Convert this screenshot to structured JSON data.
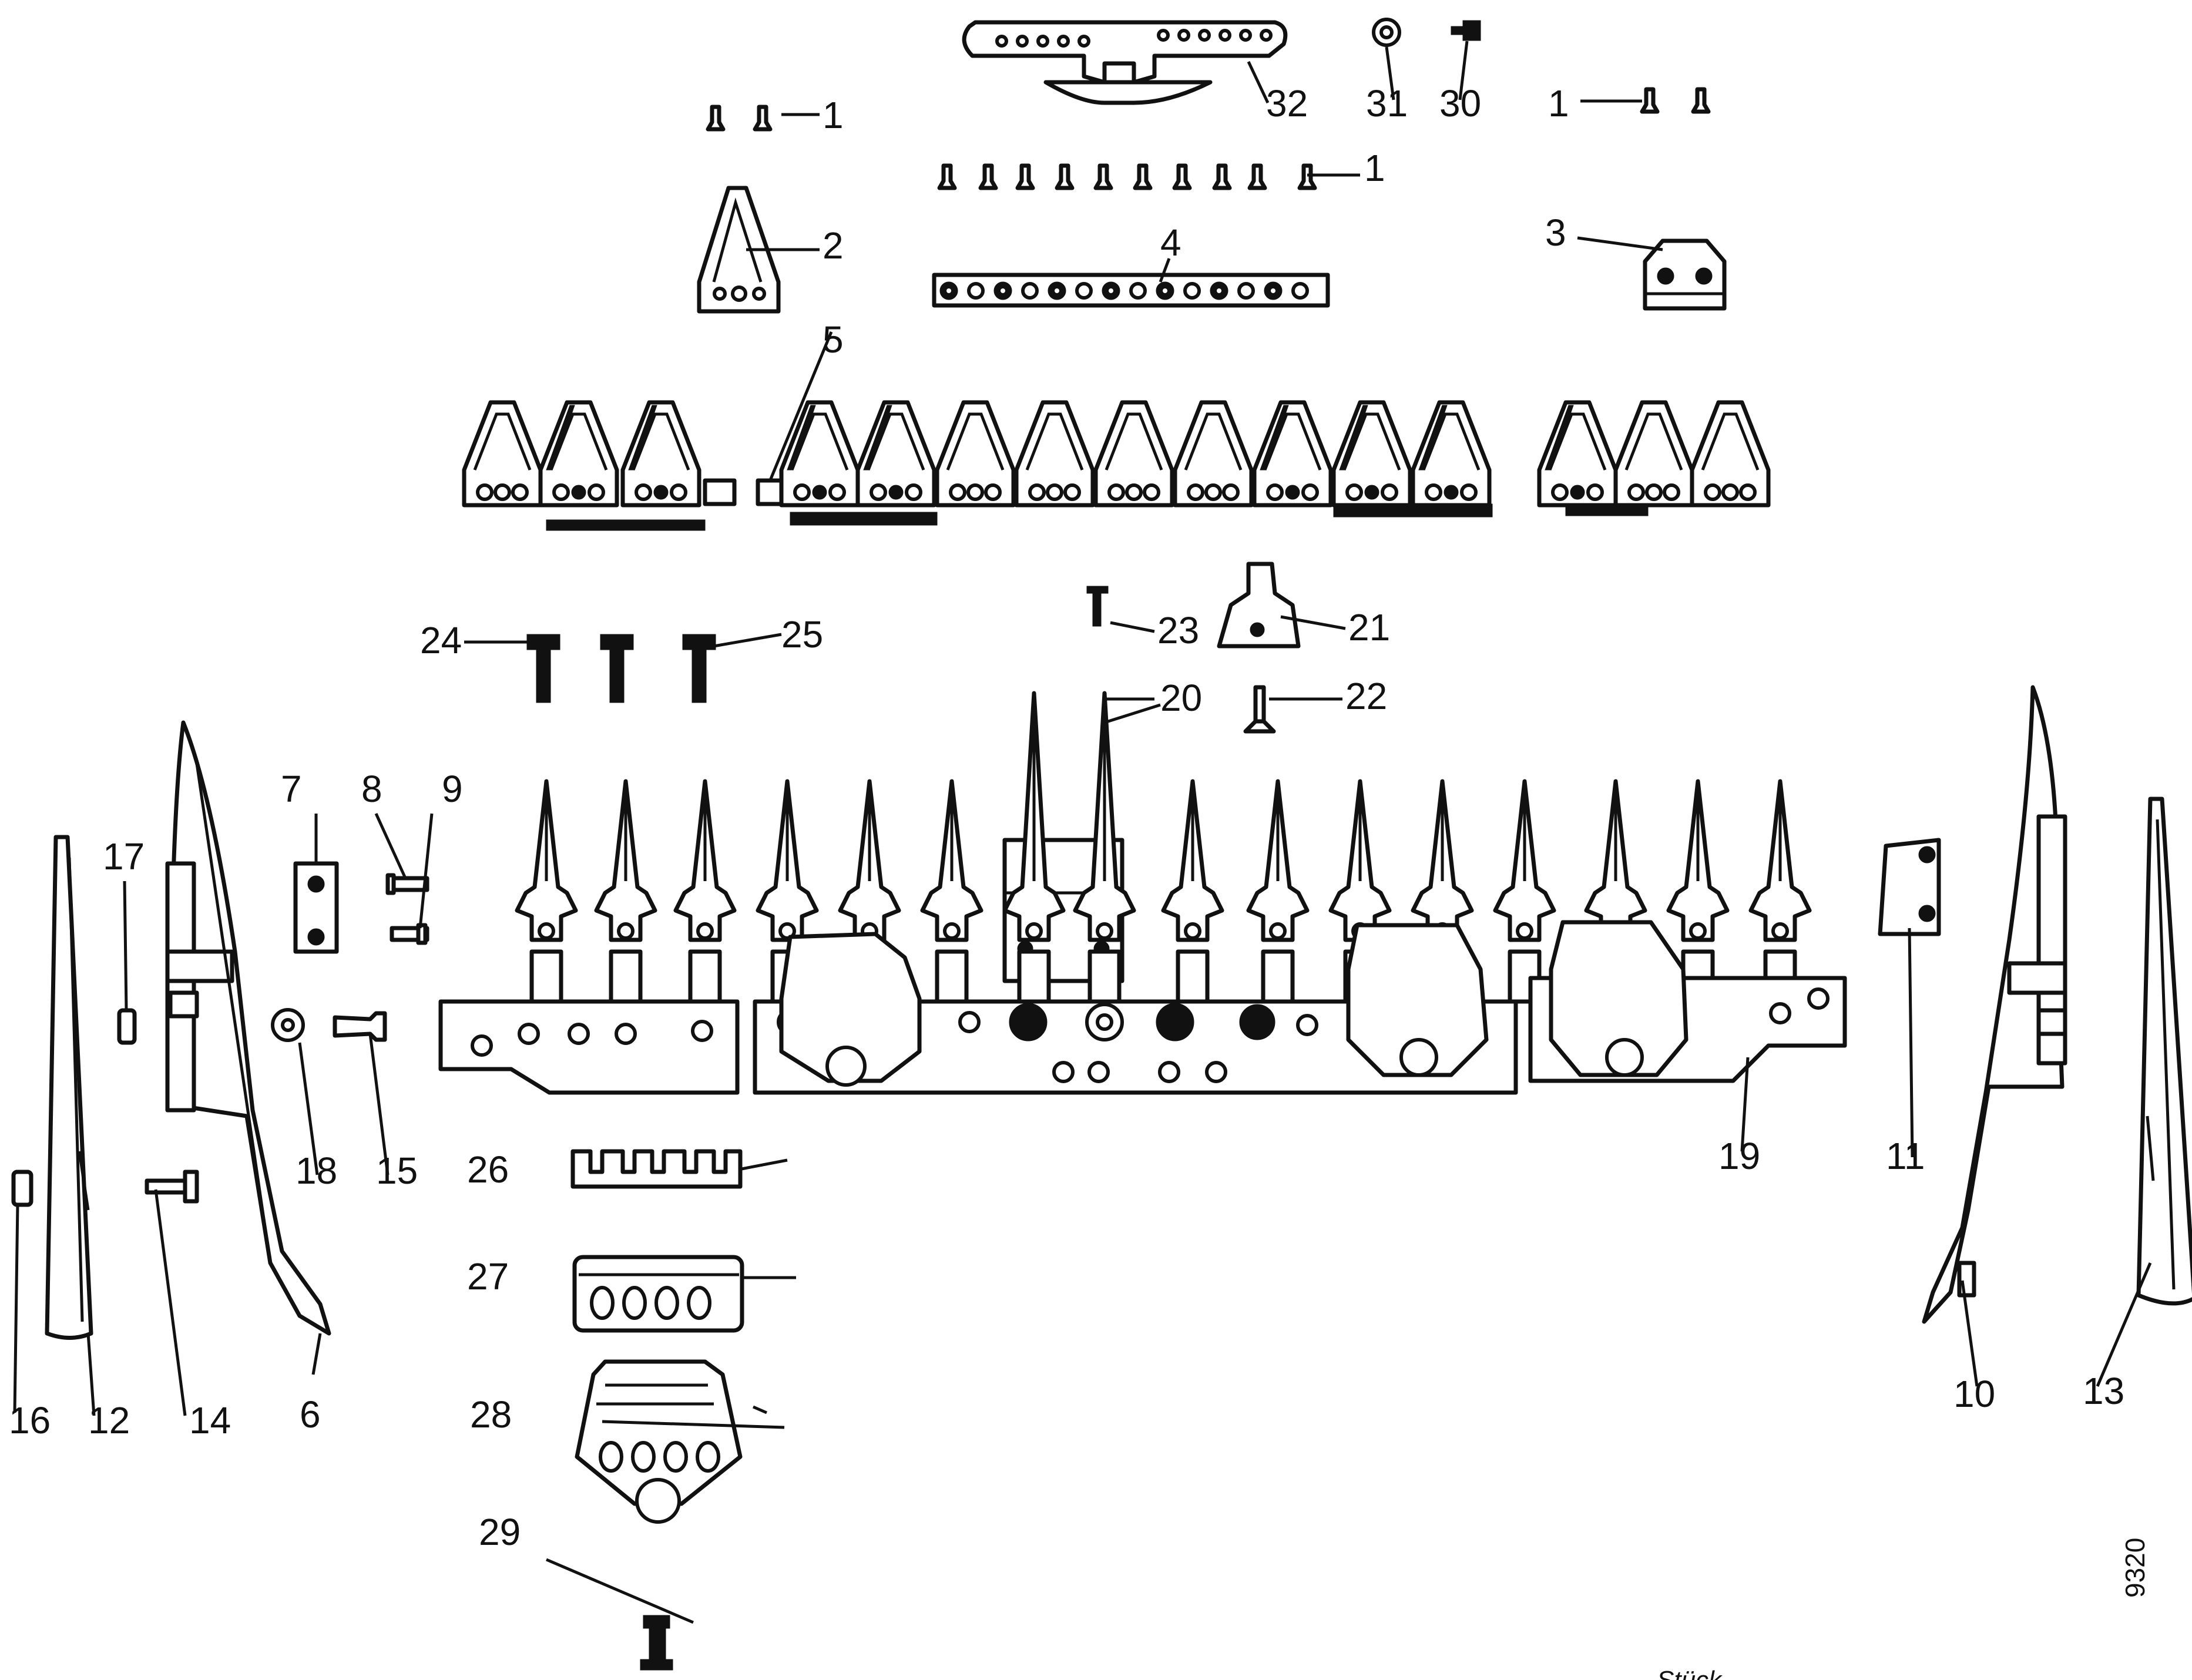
{
  "diagram": {
    "callouts": [
      {
        "id": "c1a",
        "text": "1"
      },
      {
        "id": "c1b",
        "text": "1"
      },
      {
        "id": "c1c",
        "text": "1"
      },
      {
        "id": "c2",
        "text": "2"
      },
      {
        "id": "c3",
        "text": "3"
      },
      {
        "id": "c4",
        "text": "4"
      },
      {
        "id": "c5",
        "text": "5"
      },
      {
        "id": "c6",
        "text": "6"
      },
      {
        "id": "c7",
        "text": "7"
      },
      {
        "id": "c8",
        "text": "8"
      },
      {
        "id": "c9",
        "text": "9"
      },
      {
        "id": "c10",
        "text": "10"
      },
      {
        "id": "c11",
        "text": "11"
      },
      {
        "id": "c12",
        "text": "12"
      },
      {
        "id": "c13",
        "text": "13"
      },
      {
        "id": "c14",
        "text": "14"
      },
      {
        "id": "c15",
        "text": "15"
      },
      {
        "id": "c16",
        "text": "16"
      },
      {
        "id": "c17",
        "text": "17"
      },
      {
        "id": "c18",
        "text": "18"
      },
      {
        "id": "c19",
        "text": "19"
      },
      {
        "id": "c20",
        "text": "20"
      },
      {
        "id": "c21",
        "text": "21"
      },
      {
        "id": "c22",
        "text": "22"
      },
      {
        "id": "c23",
        "text": "23"
      },
      {
        "id": "c24",
        "text": "24"
      },
      {
        "id": "c25",
        "text": "25"
      },
      {
        "id": "c26",
        "text": "26"
      },
      {
        "id": "c27",
        "text": "27"
      },
      {
        "id": "c28",
        "text": "28"
      },
      {
        "id": "c29",
        "text": "29"
      },
      {
        "id": "c30",
        "text": "30"
      },
      {
        "id": "c31",
        "text": "31"
      },
      {
        "id": "c32",
        "text": "32"
      }
    ],
    "figure_code": "9320",
    "footer_text": "Stück"
  }
}
